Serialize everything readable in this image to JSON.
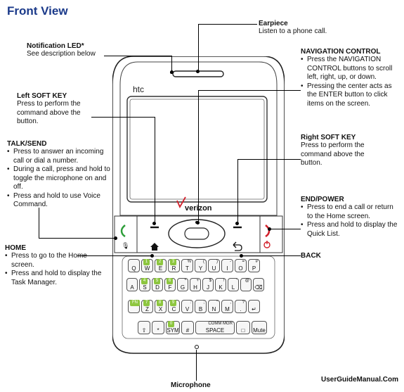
{
  "title": "Front View",
  "notification": {
    "heading": "Notification LED*",
    "text": "See description below"
  },
  "earpiece": {
    "heading": "Earpiece",
    "text": "Listen to a phone call."
  },
  "navigation": {
    "heading": "NAVIGATION CONTROL",
    "bullets": [
      "Press the NAVIGATION CONTROL buttons to scroll left, right, up, or down.",
      "Pressing the center acts as the ENTER button to click items on the screen."
    ]
  },
  "left_soft_key": {
    "heading": "Left SOFT KEY",
    "text": "Press to perform the command above the button."
  },
  "right_soft_key": {
    "heading": "Right SOFT KEY",
    "text": "Press to perform the command above the button."
  },
  "talk_send": {
    "heading": "TALK/SEND",
    "bullets": [
      "Press to answer an incoming call or dial a number.",
      "During a call, press and hold to toggle the microphone on and off.",
      "Press and hold to use Voice Command."
    ]
  },
  "end_power": {
    "heading": "END/POWER",
    "bullets": [
      "Press to end a call or return to the Home screen.",
      "Press and hold to display the Quick List."
    ]
  },
  "home": {
    "heading": "HOME",
    "bullets": [
      "Press to go to the Home screen.",
      "Press and hold to display the Task Manager."
    ]
  },
  "back": {
    "heading": "BACK"
  },
  "microphone": {
    "heading": "Microphone"
  },
  "watermark": "UserGuideManual.Com",
  "phone": {
    "brand": "htc",
    "carrier": "verizon",
    "keyboard_rows": [
      [
        {
          "m": "Q"
        },
        {
          "a": "1",
          "m": "W"
        },
        {
          "a": "2",
          "m": "E"
        },
        {
          "a": "3",
          "m": "R"
        },
        {
          "s": "%",
          "m": "T"
        },
        {
          "s": "(",
          "m": "Y"
        },
        {
          "s": ")",
          "m": "U"
        },
        {
          "s": "-",
          "m": "I"
        },
        {
          "s": "=",
          "m": "O"
        },
        {
          "s": "#",
          "m": "P"
        }
      ],
      [
        {
          "m": "A"
        },
        {
          "a": "4",
          "m": "S"
        },
        {
          "a": "5",
          "m": "D"
        },
        {
          "a": "6",
          "m": "F"
        },
        {
          "s": "*",
          "m": "G"
        },
        {
          "s": "+",
          "m": "H"
        },
        {
          "s": "$",
          "m": "J"
        },
        {
          "s": "!",
          "m": "K"
        },
        {
          "s": "'",
          "m": "L"
        },
        {
          "s": "@",
          "m": ""
        },
        {
          "m": "⌫"
        }
      ],
      [
        {
          "a": "FN",
          "m": ""
        },
        {
          "a": "7",
          "m": "Z"
        },
        {
          "a": "8",
          "m": "X"
        },
        {
          "a": "9",
          "m": "C"
        },
        {
          "s": ":",
          "m": "V"
        },
        {
          "s": ";",
          "m": "B"
        },
        {
          "s": "\"",
          "m": "N"
        },
        {
          "s": ",",
          "m": "M"
        },
        {
          "s": "?",
          "m": "."
        },
        {
          "m": "↵"
        }
      ],
      [
        {
          "m": "⇧"
        },
        {
          "m": "*"
        },
        {
          "a": "0",
          "m": "SYM"
        },
        {
          "m": "#"
        },
        {
          "s": "COMM MGR",
          "m": "SPACE"
        },
        {
          "m": "□"
        },
        {
          "m": "Mute"
        }
      ]
    ]
  }
}
